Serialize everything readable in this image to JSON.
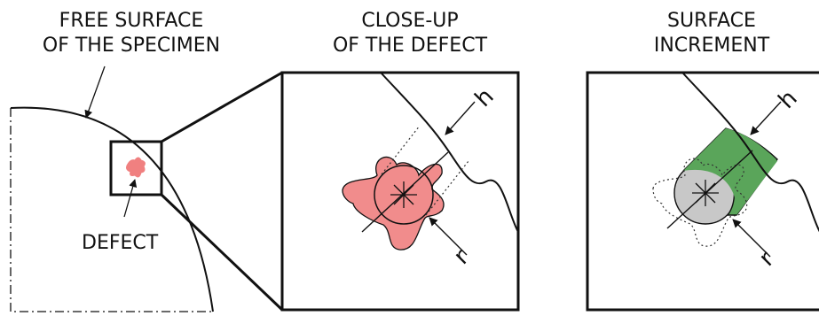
{
  "panels": {
    "specimen": {
      "title_line1": "FREE SURFACE",
      "title_line2": "OF THE SPECIMEN",
      "defect_label": "DEFECT"
    },
    "closeup": {
      "title_line1": "CLOSE-UP",
      "title_line2": "OF THE DEFECT",
      "h_label": "h",
      "r_label": "r"
    },
    "increment": {
      "title_line1": "SURFACE",
      "title_line2": "INCREMENT",
      "h_label": "h",
      "r_label": "r"
    }
  },
  "colors": {
    "defect_fill": "#f08080",
    "increment_fill": "#5aa55a",
    "circle_fill": "#c8c8c8",
    "ink": "#111111"
  }
}
